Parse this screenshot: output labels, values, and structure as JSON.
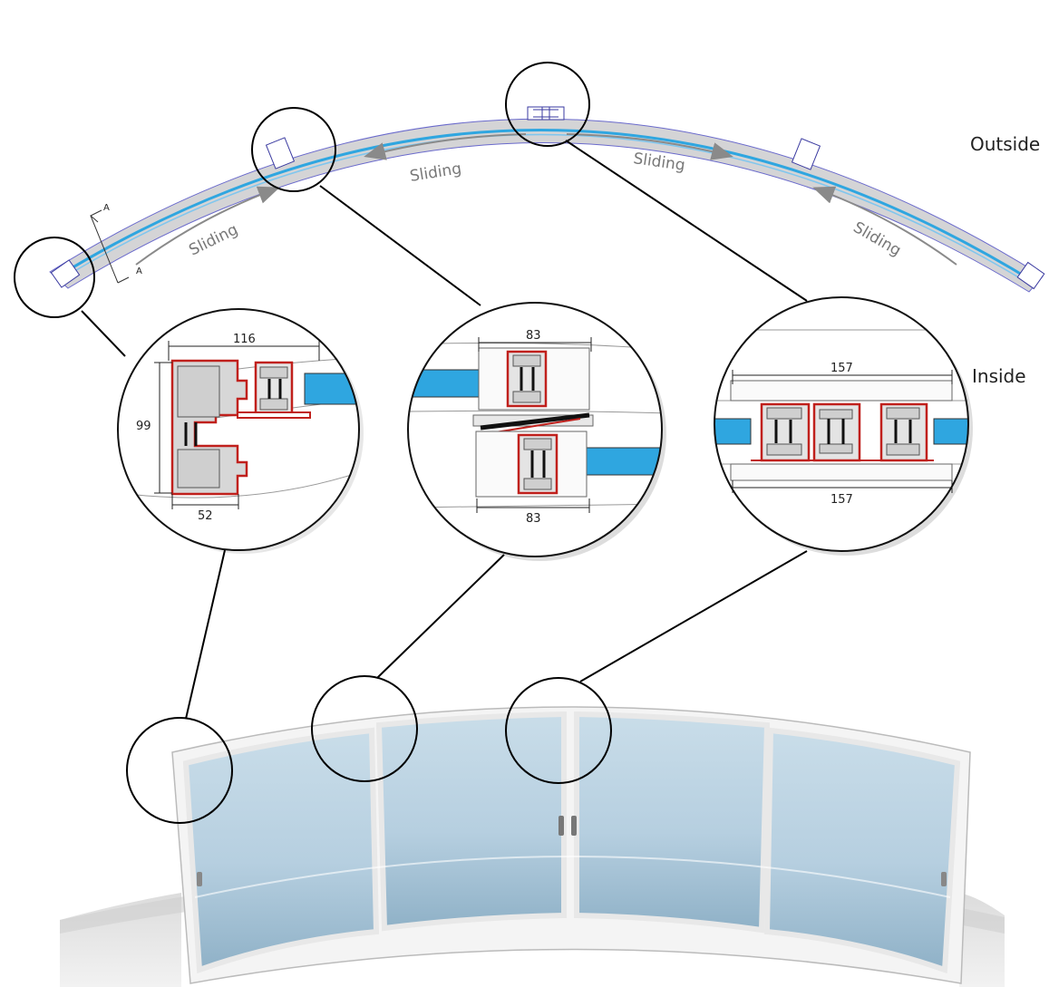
{
  "labels": {
    "outside": "Outside",
    "inside": "Inside",
    "sliding": "Sliding",
    "section_mark": "A"
  },
  "details": {
    "corner": {
      "width": "116",
      "height": "99",
      "bottom": "52"
    },
    "overlap": {
      "top": "83",
      "bottom": "83"
    },
    "center": {
      "top": "157",
      "bottom": "157"
    }
  },
  "colors": {
    "frame_gray": "#d4d4d6",
    "glass_blue": "#2fa6e0",
    "profile_red": "#c0201c",
    "door_glass": "#b8d2e2"
  }
}
